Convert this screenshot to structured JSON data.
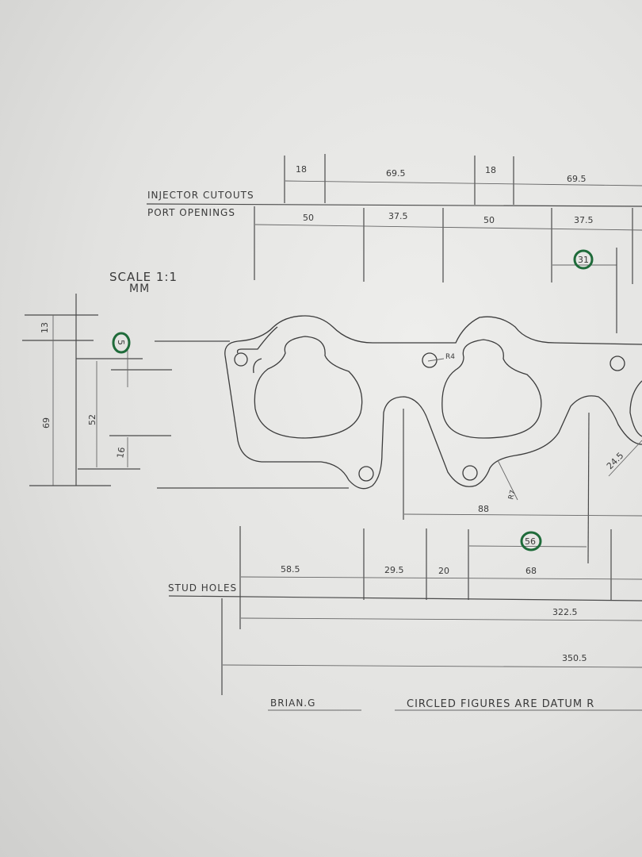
{
  "drawing": {
    "scale_label": "SCALE  1:1",
    "units_label": "MM",
    "row_labels": {
      "injector": "INJECTOR CUTOUTS",
      "ports": "PORT OPENINGS",
      "studs": "STUD HOLES"
    },
    "injector_dims": [
      "18",
      "69.5",
      "18",
      "69.5"
    ],
    "port_dims": [
      "50",
      "37.5",
      "50",
      "37.5"
    ],
    "stud_dims": [
      "58.5",
      "29.5",
      "20",
      "68"
    ],
    "overall_dims": [
      "322.5",
      "350.5"
    ],
    "other_dims": {
      "d88": "88",
      "d24_5": "24.5",
      "r4": "R4",
      "r7": "R7"
    },
    "left_dims": [
      "13",
      "69",
      "52",
      "16"
    ],
    "datum_figures": [
      "31",
      "5",
      "56"
    ],
    "author": "BRIAN.G",
    "note": "CIRCLED FIGURES ARE DATUM R",
    "colors": {
      "pencil": "#3c3c3c",
      "datum_ink": "#1f6b3a",
      "paper": "#e6e6e4"
    }
  }
}
